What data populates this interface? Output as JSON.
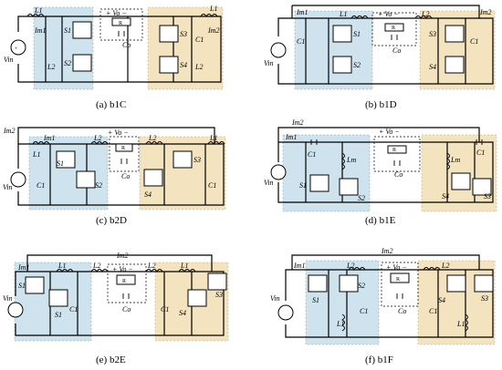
{
  "panels": [
    {
      "id": "a",
      "caption": "(a) b1C",
      "labels": [
        "Vin",
        "Im1",
        "L1",
        "L2",
        "S1",
        "S2",
        "+ Vo −",
        "R",
        "Co",
        "S3",
        "S4",
        "C1",
        "L1",
        "L2",
        "Im2"
      ]
    },
    {
      "id": "b",
      "caption": "(b) b1D",
      "labels": [
        "Vin",
        "Im1",
        "L1",
        "C1",
        "S1",
        "S2",
        "+ Vo −",
        "R",
        "Co",
        "L2",
        "Im2",
        "C1",
        "S3",
        "S4"
      ]
    },
    {
      "id": "c",
      "caption": "(c) b2D",
      "labels": [
        "Im2",
        "Vin",
        "Im1",
        "L1",
        "C1",
        "S1",
        "S2",
        "L2",
        "+ Vo −",
        "R",
        "Co",
        "L2",
        "L1",
        "S4",
        "S3",
        "C1"
      ]
    },
    {
      "id": "d",
      "caption": "(d) b1E",
      "labels": [
        "Im2",
        "Im1",
        "Vin",
        "C1",
        "Lm",
        "S1",
        "S2",
        "+ Vo −",
        "R",
        "Co",
        "Lm",
        "C1",
        "S4",
        "S3"
      ]
    },
    {
      "id": "e",
      "caption": "(e) b2E",
      "labels": [
        "Im2",
        "Vin",
        "Im1",
        "L1",
        "S1",
        "S1",
        "C1",
        "L2",
        "+ Vo −",
        "R",
        "Co",
        "L2",
        "C1",
        "L1",
        "S4",
        "S3"
      ]
    },
    {
      "id": "f",
      "caption": "(f) b1F",
      "labels": [
        "Im2",
        "Vin",
        "Im1",
        "S1",
        "L2",
        "S2",
        "C1",
        "L1",
        "+ Vo −",
        "R",
        "Co",
        "L2",
        "S4",
        "C1",
        "L1",
        "S3"
      ]
    }
  ]
}
